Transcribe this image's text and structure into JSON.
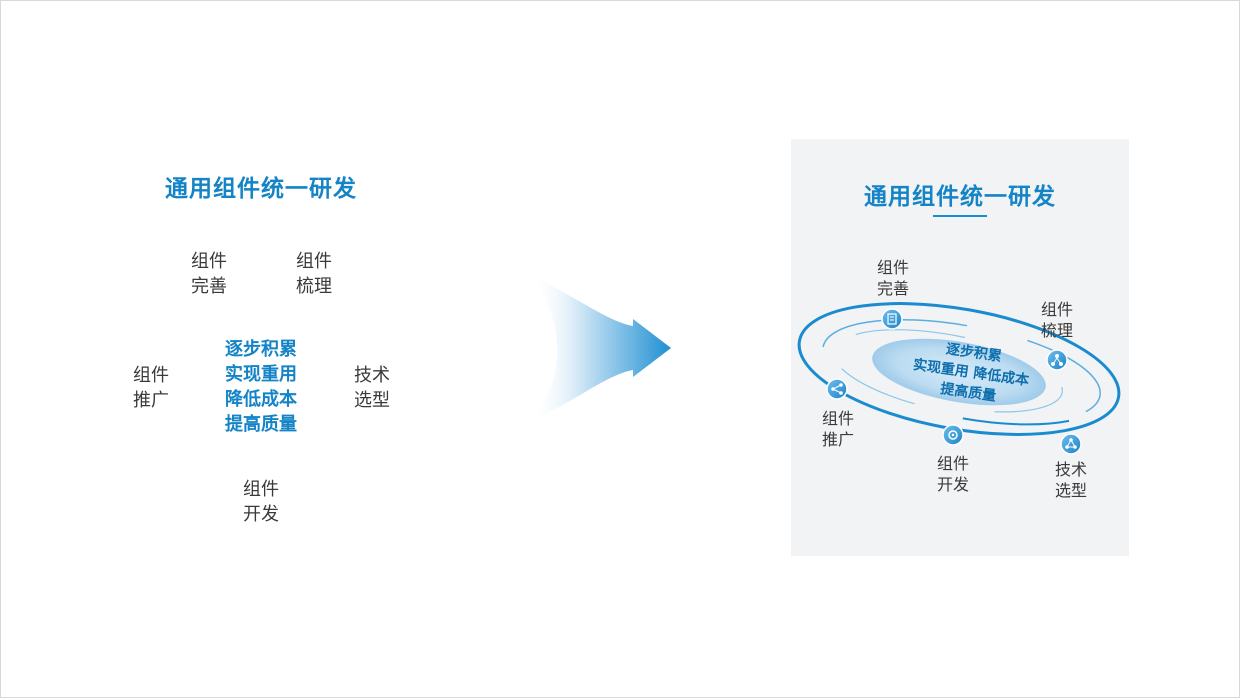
{
  "before": {
    "title": "通用组件统一研发",
    "labels": {
      "perfect": [
        "组件",
        "完善"
      ],
      "sort": [
        "组件",
        "梳理"
      ],
      "promote": [
        "组件",
        "推广"
      ],
      "tech": [
        "技术",
        "选型"
      ],
      "develop": [
        "组件",
        "开发"
      ]
    },
    "core": [
      "逐步积累",
      "实现重用",
      "降低成本",
      "提高质量"
    ]
  },
  "after": {
    "title": "通用组件统一研发",
    "labels": {
      "perfect": [
        "组件",
        "完善"
      ],
      "sort": [
        "组件",
        "梳理"
      ],
      "promote": [
        "组件",
        "推广"
      ],
      "tech": [
        "技术",
        "选型"
      ],
      "develop": [
        "组件",
        "开发"
      ]
    },
    "core": [
      "逐步积累",
      "实现重用  降低成本",
      "提高质量"
    ]
  },
  "colors": {
    "accent": "#1484c6",
    "orbit": "#1b8bd0",
    "text": "#3a3a3a",
    "panel": "#f2f3f5"
  },
  "icons": {
    "perfect": "document-icon",
    "sort": "tree-icon",
    "promote": "share-icon",
    "develop": "gear-icon",
    "tech": "network-icon"
  }
}
